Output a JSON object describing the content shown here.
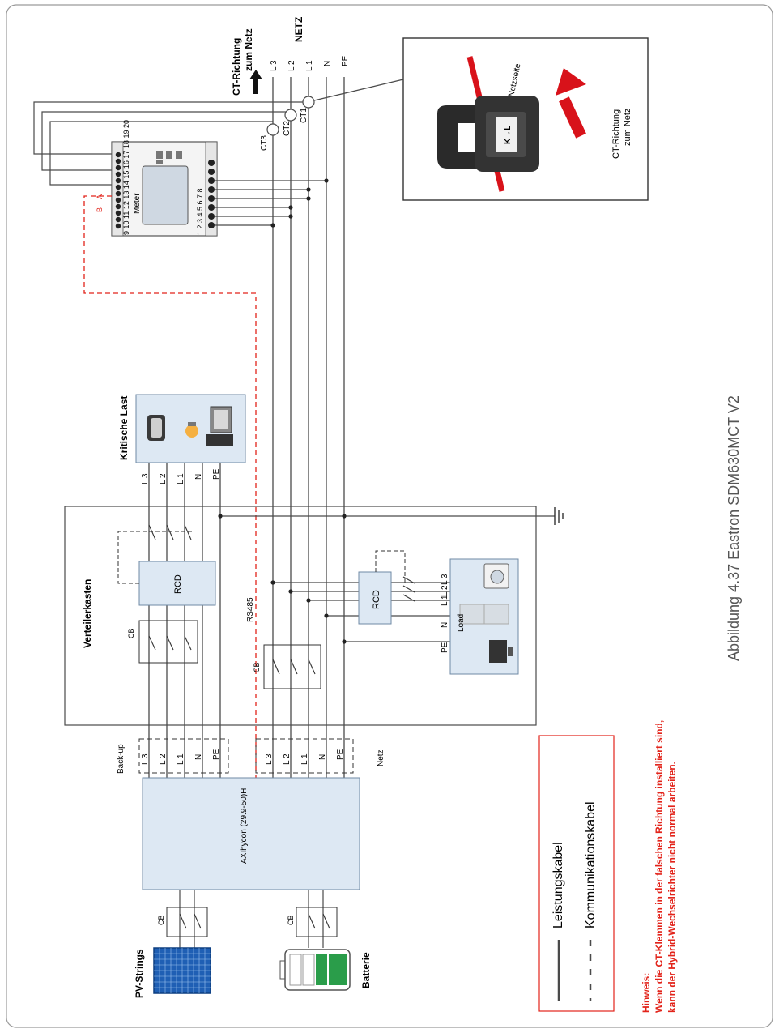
{
  "figure": {
    "caption": "Abbildung 4.37 Eastron SDM630MCT V2"
  },
  "grid": {
    "title": "NETZ",
    "lines": [
      "L 3",
      "L 2",
      "L 1",
      "N",
      "PE"
    ],
    "ct_direction": "CT-Richtung zum Netz"
  },
  "ct_inset": {
    "side_label": "Netzseite",
    "clamp_label": "K→L",
    "direction_line1": "CT-Richtung",
    "direction_line2": "zum Netz"
  },
  "ct_labels": [
    "CT1",
    "CT2",
    "CT3"
  ],
  "meter": {
    "label": "Meter",
    "top_numbers": "9 10 11 12 13 14 15 16 17 18 19 20",
    "bottom_numbers": "1 2 3 4 5 6 7 8",
    "rs485_a": "A",
    "rs485_b": "B"
  },
  "critical_load": {
    "title": "Kritische Last",
    "lines": [
      "L 3",
      "L 2",
      "L 1",
      "N",
      "PE"
    ]
  },
  "distribution_box": {
    "title": "Verteilerkasten",
    "rcd1": "RCD",
    "rcd2": "RCD",
    "cb1": "CB",
    "cb2": "CB",
    "rs485": "RS485",
    "load_label": "Load",
    "load_lines": [
      "L 3",
      "L 2",
      "L 1",
      "N",
      "PE"
    ]
  },
  "inverter": {
    "name": "AXIhycon (29.9-50)H",
    "backup_label": "Back-up",
    "grid_label": "Netz",
    "backup_lines": [
      "L 3",
      "L 2",
      "L 1",
      "N",
      "PE"
    ],
    "grid_lines": [
      "L 3",
      "L 2",
      "L 1",
      "N",
      "PE"
    ]
  },
  "pv": {
    "title": "PV-Strings",
    "cb": "CB"
  },
  "battery": {
    "title": "Batterie",
    "cb": "CB"
  },
  "legend": {
    "power_cable": "Leistungskabel",
    "comm_cable": "Kommunikationskabel"
  },
  "note": {
    "title": "Hinweis:",
    "line1": "Wenn die CT-Klemmen in der falschen Richtung installiert sind,",
    "line2": "kann der Hybrid-Wechselrichter nicht normal arbeiten."
  },
  "colors": {
    "line": "#4a4a4a",
    "box_fill": "#dde8f3",
    "box_stroke": "#6f8aa6",
    "red": "#e2231a",
    "comm_dash": "#e2231a"
  }
}
